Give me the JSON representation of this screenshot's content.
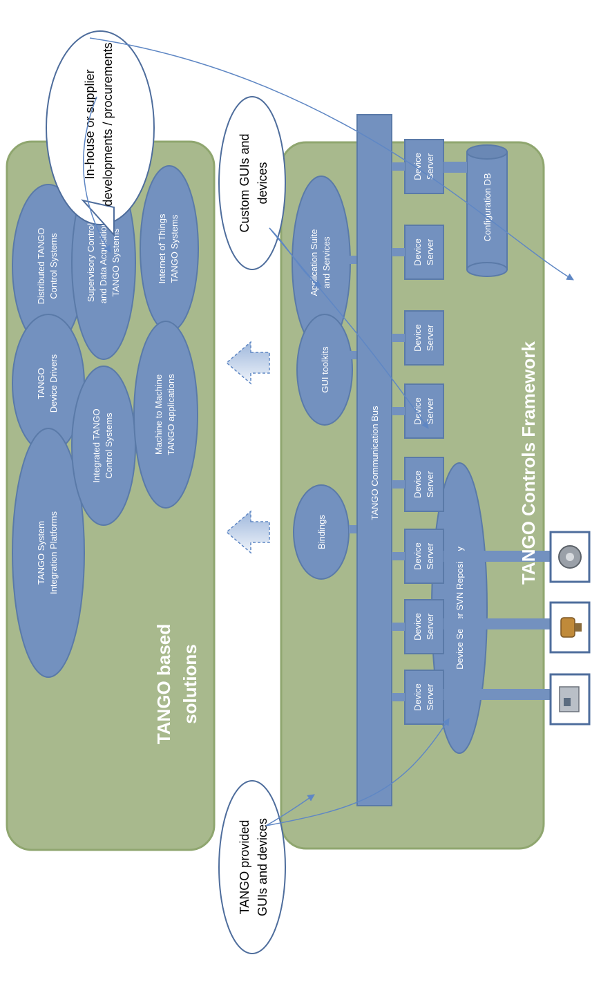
{
  "titles": {
    "solutions_line1": "TANGO based",
    "solutions_line2": "solutions",
    "framework": "TANGO Controls Framework"
  },
  "solutions": [
    {
      "l1": "Distributed TANGO",
      "l2": "Control Systems"
    },
    {
      "l1": "Supervisory Control",
      "l2": "and Data Acquisition",
      "l3": "TANGO Systems"
    },
    {
      "l1": "Internet of Things",
      "l2": "TANGO Systems"
    },
    {
      "l1": "TANGO",
      "l2": "Device Drivers"
    },
    {
      "l1": "Integrated TANGO",
      "l2": "Control Systems"
    },
    {
      "l1": "Machine to Machine",
      "l2": "TANGO applications"
    },
    {
      "l1": "TANGO System",
      "l2": "Integration Platforms"
    }
  ],
  "framework": {
    "app_suite_l1": "Application Suite",
    "app_suite_l2": "and Services",
    "bindings": "Bindings",
    "gui_toolkits": "GUI toolkits",
    "bus": "TANGO Communication Bus",
    "device_server_l1": "Device",
    "device_server_l2": "Server",
    "svn_repository": "Device Server SVN Repository",
    "config_db": "Configuration DB"
  },
  "bubbles": {
    "inhouse_l1": "In-house or supplier",
    "inhouse_l2": "developments / procurements",
    "custom_l1": "Custom GUIs and",
    "custom_l2": "devices",
    "provided_l1": "TANGO provided",
    "provided_l2": "GUIs and devices"
  },
  "colors": {
    "panel_fill": "#a8b98d",
    "panel_border": "#8fa66f",
    "element_fill": "#7391bf",
    "element_border": "#5a7aa8",
    "connector": "#5f87c4"
  },
  "icons": [
    "hardware-device-icon",
    "motor-device-icon",
    "turbine-device-icon"
  ]
}
